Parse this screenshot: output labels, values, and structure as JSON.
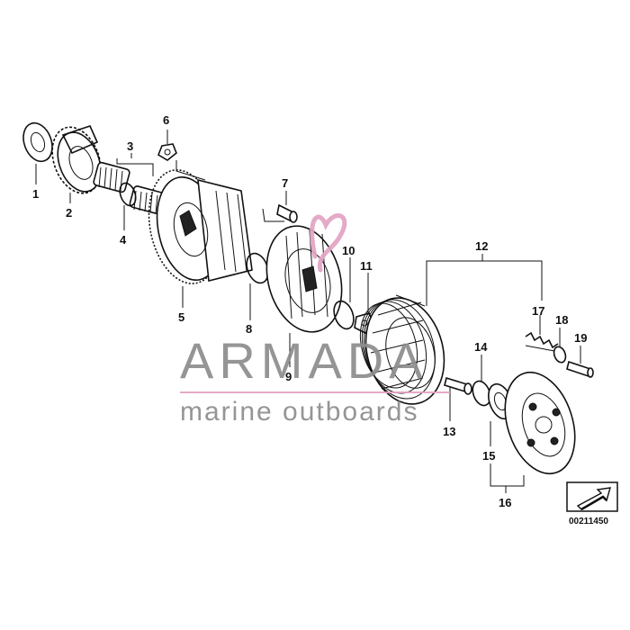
{
  "callouts": {
    "p1": "1",
    "p2": "2",
    "p3": "3",
    "p4": "4",
    "p5": "5",
    "p6": "6",
    "p7": "7",
    "p8": "8",
    "p9": "9",
    "p10": "10",
    "p11": "11",
    "p12": "12",
    "p13": "13",
    "p14": "14",
    "p15": "15",
    "p16": "16",
    "p17": "17",
    "p18": "18",
    "p19": "19"
  },
  "watermark": {
    "brand": "ARMADA",
    "tagline": "marine outboards",
    "brand_color": "#8d8d8d",
    "accent_color": "#e2a3c3"
  },
  "diagram_number": "00211450",
  "icons": {
    "orientation": "arrow-icon"
  }
}
